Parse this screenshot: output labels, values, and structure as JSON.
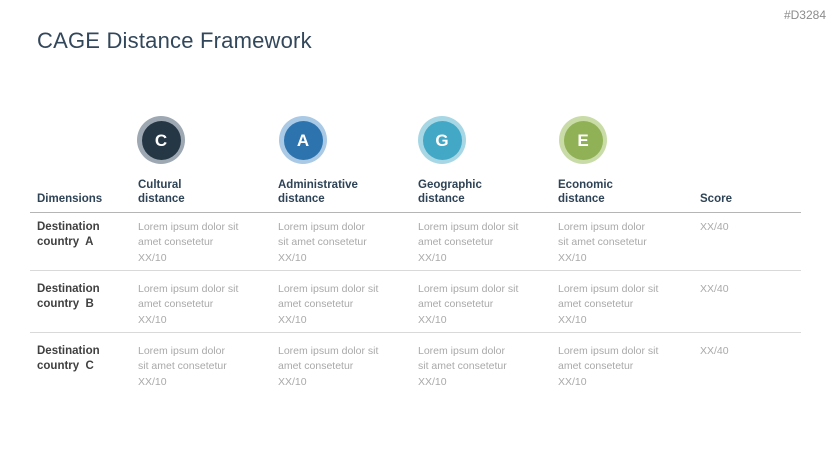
{
  "slide": {
    "title": "CAGE Distance Framework",
    "tag": "#D3284"
  },
  "badges": [
    {
      "letter": "C",
      "name": "cultural",
      "inner_color": "#253645",
      "ring_color": "#9da8b3"
    },
    {
      "letter": "A",
      "name": "administrative",
      "inner_color": "#2d73ae",
      "ring_color": "#a9c9e5"
    },
    {
      "letter": "G",
      "name": "geographic",
      "inner_color": "#42a8c5",
      "ring_color": "#a7d7e5"
    },
    {
      "letter": "E",
      "name": "economic",
      "inner_color": "#90b155",
      "ring_color": "#c9dca8"
    }
  ],
  "table": {
    "dimensions_header": "Dimensions",
    "column_headers": [
      {
        "line1": "Cultural",
        "line2": "distance"
      },
      {
        "line1": "Administrative",
        "line2": "distance"
      },
      {
        "line1": "Geographic",
        "line2": "distance"
      },
      {
        "line1": "Economic",
        "line2": "distance"
      }
    ],
    "score_header": "Score",
    "rows": [
      {
        "label_line1": "Destination",
        "label_line2": "country  A",
        "cells": [
          {
            "line1": "Lorem ipsum dolor sit",
            "line2": "amet consetetur",
            "value": "XX/10"
          },
          {
            "line1": "Lorem ipsum dolor",
            "line2": "sit amet consetetur",
            "value": "XX/10"
          },
          {
            "line1": "Lorem ipsum dolor sit",
            "line2": "amet consetetur",
            "value": "XX/10"
          },
          {
            "line1": "Lorem ipsum dolor",
            "line2": "sit amet consetetur",
            "value": "XX/10"
          }
        ],
        "score": "XX/40"
      },
      {
        "label_line1": "Destination",
        "label_line2": "country  B",
        "cells": [
          {
            "line1": "Lorem ipsum dolor sit",
            "line2": "amet consetetur",
            "value": "XX/10"
          },
          {
            "line1": "Lorem ipsum dolor sit",
            "line2": "amet consetetur",
            "value": "XX/10"
          },
          {
            "line1": "Lorem ipsum dolor sit",
            "line2": "amet consetetur",
            "value": "XX/10"
          },
          {
            "line1": "Lorem ipsum dolor sit",
            "line2": "amet consetetur",
            "value": "XX/10"
          }
        ],
        "score": "XX/40"
      },
      {
        "label_line1": "Destination",
        "label_line2": "country  C",
        "cells": [
          {
            "line1": "Lorem ipsum dolor",
            "line2": "sit amet consetetur",
            "value": "XX/10"
          },
          {
            "line1": "Lorem ipsum dolor sit",
            "line2": "amet consetetur",
            "value": "XX/10"
          },
          {
            "line1": "Lorem ipsum dolor",
            "line2": "sit amet consetetur",
            "value": "XX/10"
          },
          {
            "line1": "Lorem ipsum dolor sit",
            "line2": "amet consetetur",
            "value": "XX/10"
          }
        ],
        "score": "XX/40"
      }
    ]
  },
  "colors": {
    "title_text": "#33475b",
    "header_text": "#2e4356",
    "row_label_text": "#404040",
    "cell_text": "#a9a9a9",
    "header_rule": "#b5b5b5",
    "row_rule": "#d9d9d9"
  }
}
